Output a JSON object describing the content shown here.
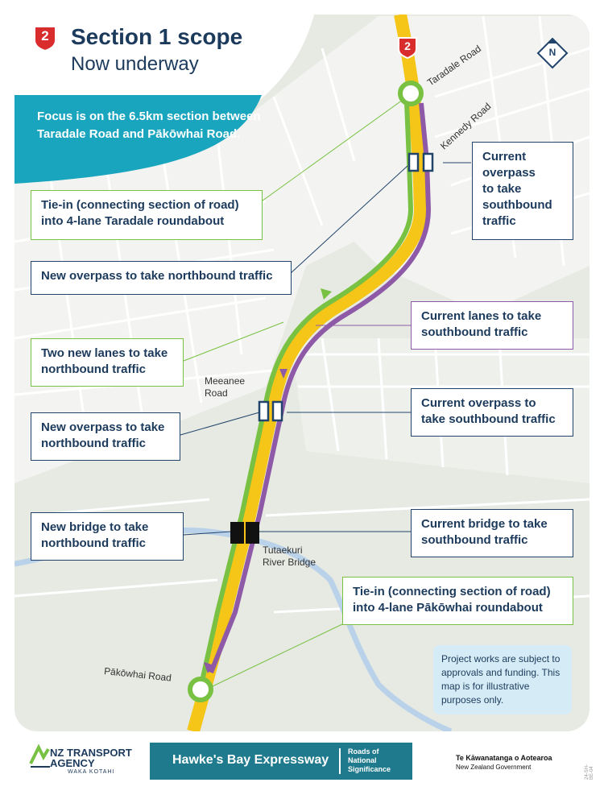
{
  "header": {
    "shield_number": "2",
    "title": "Section 1 scope",
    "subtitle": "Now underway",
    "focus": "Focus is on the 6.5km section between Taradale Road and Pākōwhai Road."
  },
  "map": {
    "north_label": "N",
    "shield_number": "2",
    "road_labels": {
      "taradale": "Taradale Road",
      "kennedy": "Kennedy Road",
      "meeanee": "Meeanee\nRoad",
      "tutaekuri": "Tutaekuri\nRiver Bridge",
      "pakowhai": "Pākōwhai Road"
    },
    "colors": {
      "expressway_yellow": "#f5c518",
      "northbound_green": "#79c142",
      "southbound_purple": "#8e5aa7",
      "navy": "#21446b",
      "teal": "#1aa5bf",
      "map_background": "#e6eae3",
      "river": "#b9d2ea"
    }
  },
  "callouts": {
    "tie_in_taradale": "Tie-in (connecting section of road)\ninto 4-lane Taradale roundabout",
    "current_overpass_south": "Current\noverpass\nto take\nsouthbound\ntraffic",
    "new_overpass_north_1": "New overpass to take northbound traffic",
    "current_lanes_south": "Current lanes to take\nsouthbound traffic",
    "two_new_lanes": "Two new lanes to take\nnorthbound traffic",
    "current_overpass_south_2": "Current overpass to\ntake southbound traffic",
    "new_overpass_north_2": "New overpass to take\nnorthbound traffic",
    "new_bridge_north": "New bridge to take\nnorthbound traffic",
    "current_bridge_south": "Current bridge to take\nsouthbound traffic",
    "tie_in_pakowhai": "Tie-in (connecting section of road)\ninto 4-lane Pākōwhai roundabout"
  },
  "disclaimer": "Project works are subject to approvals and funding. This map is for illustrative purposes only.",
  "footer": {
    "nzta_line1": "NZ TRANSPORT",
    "nzta_line2": "AGENCY",
    "nzta_line3": "WAKA KOTAHI",
    "expressway_name": "Hawke's Bay Expressway",
    "rons": "Roads of\nNational\nSignificance",
    "gov_line1": "Te Kāwanatanga o Aotearoa",
    "gov_line2": "New Zealand Government",
    "doc_code": "24-SH-BE-04"
  }
}
